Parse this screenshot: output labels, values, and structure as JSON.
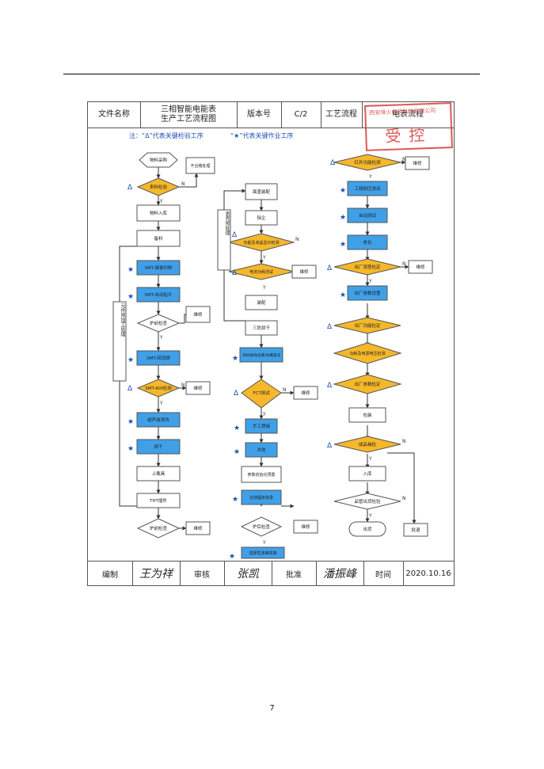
{
  "header": {
    "c1": "文件名称",
    "c2a": "三相智能电能表",
    "c2b": "生产工艺流程图",
    "c3": "版本号",
    "c4": "C/2",
    "c5": "工艺流程",
    "c6": "电表流程"
  },
  "stamp": {
    "top": "西安烽火电子科技有限公司",
    "big": "受控"
  },
  "legend": {
    "delta": "注：“Δ”代表关键检验工序",
    "star": "“★”代表关键作业工序"
  },
  "symbols": {
    "delta": "Δ",
    "star": "★",
    "yes": "Y",
    "no": "N"
  },
  "col1": {
    "purchase": "物料采购",
    "reject": "不合格处理",
    "incoming": "来料检验",
    "stock": "物料入库",
    "prep": "备料",
    "smt1": "SMT-锡膏印刷",
    "smt2": "SMT-自动贴片",
    "insp1": "炉前检查",
    "repair": "维修",
    "smt3": "SMT-回流焊",
    "aoi": "SMT-AOI检测",
    "ultra": "超声波清洗",
    "bake": "烘干",
    "load": "上载具",
    "tht": "THT插件",
    "insp2": "炉前检查",
    "side": "元件预加工处理"
  },
  "col2": {
    "assemble_cover": "面盖装配",
    "dust": "除尘",
    "lcd": "功能及液晶显示检测",
    "current": "电流功耗测试",
    "repair": "维修",
    "assemble": "装配",
    "dry": "三防烘干",
    "coat": "涂防潮/防盐雾/防霉菌漆",
    "fct": "FCT测试",
    "manual": "手工焊接",
    "clean": "冲洗",
    "init": "参数初始化预置",
    "program": "在线程序烧录",
    "insp3": "炉后检查",
    "wave": "选择性波峰焊接",
    "side": "表壳预处理"
  },
  "col3": {
    "ir": "红外功能检测",
    "repair": "维修",
    "voltage": "工频耐压测试",
    "auto": "自动测试",
    "aging": "老化",
    "err": "出厂误差检定",
    "param": "出厂参数设置",
    "func": "出厂功能检定",
    "power": "功耗及电源电压检测",
    "paramchk": "出厂参数检定",
    "pack": "包装",
    "sample": "成品抽检",
    "store": "入库",
    "ship": "品管出货检验",
    "out": "出货",
    "return": "批退"
  },
  "footer": {
    "f1": "编制",
    "f2": "王为祥",
    "f3": "审核",
    "f4": "张凯",
    "f5": "批准",
    "f6": "潘振峰",
    "f7": "时间",
    "f8": "2020.10.16"
  },
  "page_number": "7"
}
